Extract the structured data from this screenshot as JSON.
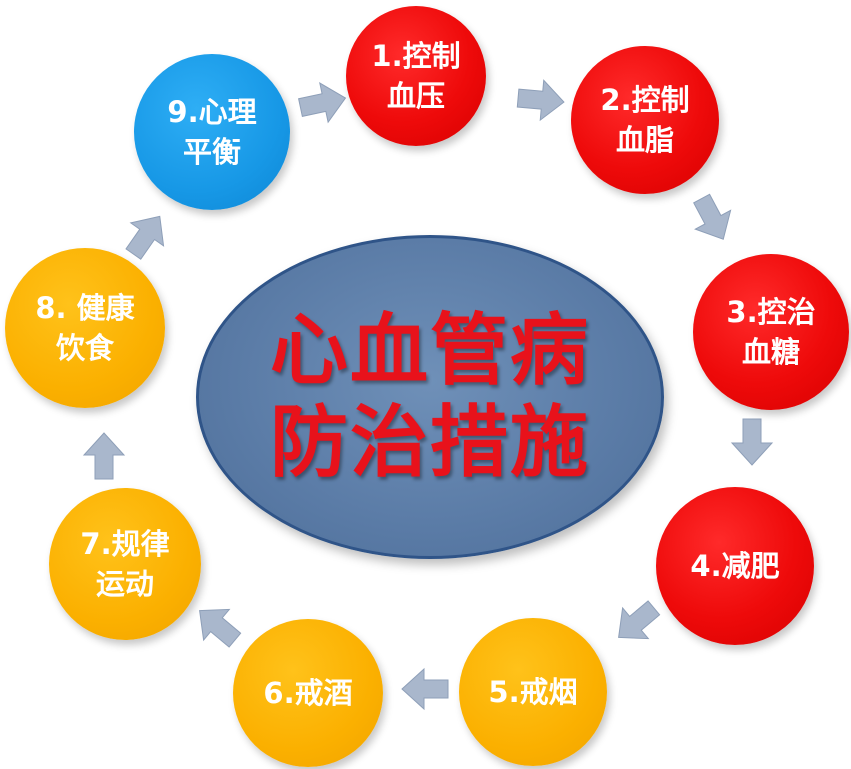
{
  "center": {
    "line1": "心血管病",
    "line2": "防治措施"
  },
  "nodes": [
    {
      "line1": "1.控制",
      "line2": "血压",
      "color": "#ee0a0a"
    },
    {
      "line1": "2.控制",
      "line2": "血脂",
      "color": "#ee0a0a"
    },
    {
      "line1": "3.控治",
      "line2": "血糖",
      "color": "#ee0a0a"
    },
    {
      "line1": "4.减肥",
      "line2": "",
      "color": "#ee0a0a"
    },
    {
      "line1": "5.戒烟",
      "line2": "",
      "color": "#fbb000"
    },
    {
      "line1": "6.戒酒",
      "line2": "",
      "color": "#fbb000"
    },
    {
      "line1": "7.规律",
      "line2": "运动",
      "color": "#fbb000"
    },
    {
      "line1": "8. 健康",
      "line2": "饮食",
      "color": "#fbb000"
    },
    {
      "line1": "9.心理",
      "line2": "平衡",
      "color": "#1798e6"
    }
  ],
  "arrow_color": "#a9b7cc"
}
